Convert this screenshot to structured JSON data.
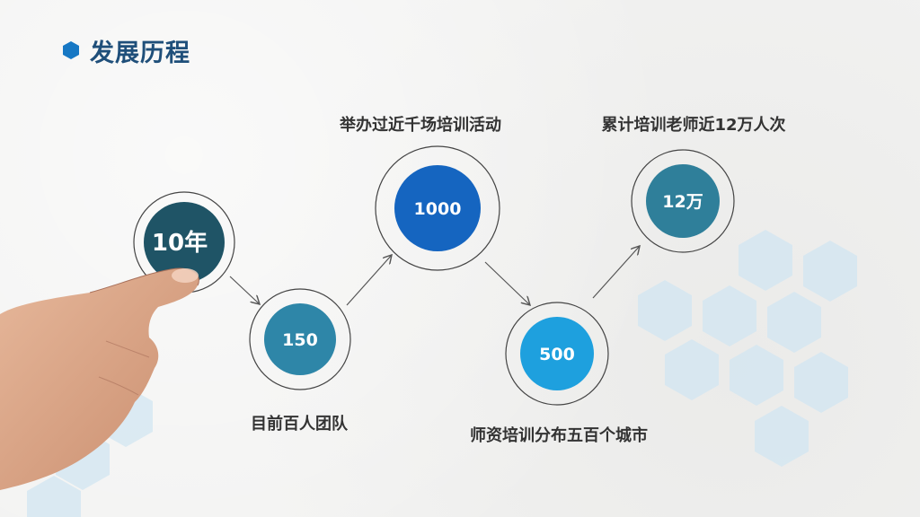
{
  "header": {
    "title": "发展历程",
    "icon": "hexagon-icon",
    "icon_color": "#1778c4"
  },
  "milestones": [
    {
      "value": "10年",
      "label": "",
      "color": "#1f5466"
    },
    {
      "value": "150",
      "label": "目前百人团队",
      "color": "#2e86a8"
    },
    {
      "value": "1000",
      "label": "举办过近千场培训活动",
      "color": "#1565c0"
    },
    {
      "value": "500",
      "label": "师资培训分布五百个城市",
      "color": "#1ea0de"
    },
    {
      "value": "12万",
      "label": "累计培训老师近12万人次",
      "color": "#2f7f9a"
    }
  ],
  "colors": {
    "hexagon_fill": "#d2e6f2",
    "ring": "#444444",
    "arrow": "#555555"
  },
  "decor": {
    "hand_image": "pointing-hand"
  }
}
